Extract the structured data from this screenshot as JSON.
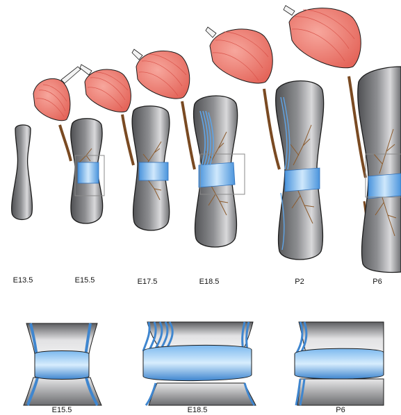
{
  "stage_labels": [
    "E13.5",
    "E15.5",
    "E17.5",
    "E18.5",
    "P2",
    "P6"
  ],
  "detail_labels": [
    "E15.5",
    "E18.5",
    "P6"
  ],
  "colors": {
    "muscle": "#f07f72",
    "muscle_stripe": "#e25a4e",
    "tendon_brown": "#7a4a22",
    "vessel": "#8b5a2b",
    "cartilage": "#6e6f72",
    "cartilage_light": "#d6d6d8",
    "band_blue": "#5fa4e6",
    "band_light": "#bfe0fb",
    "outline": "#1b1b1b",
    "box": "#8a8a8a"
  },
  "icons": {
    "muscle": "muscle-belly-icon",
    "bone": "cartilage-element-icon",
    "band": "blue-band-icon"
  }
}
